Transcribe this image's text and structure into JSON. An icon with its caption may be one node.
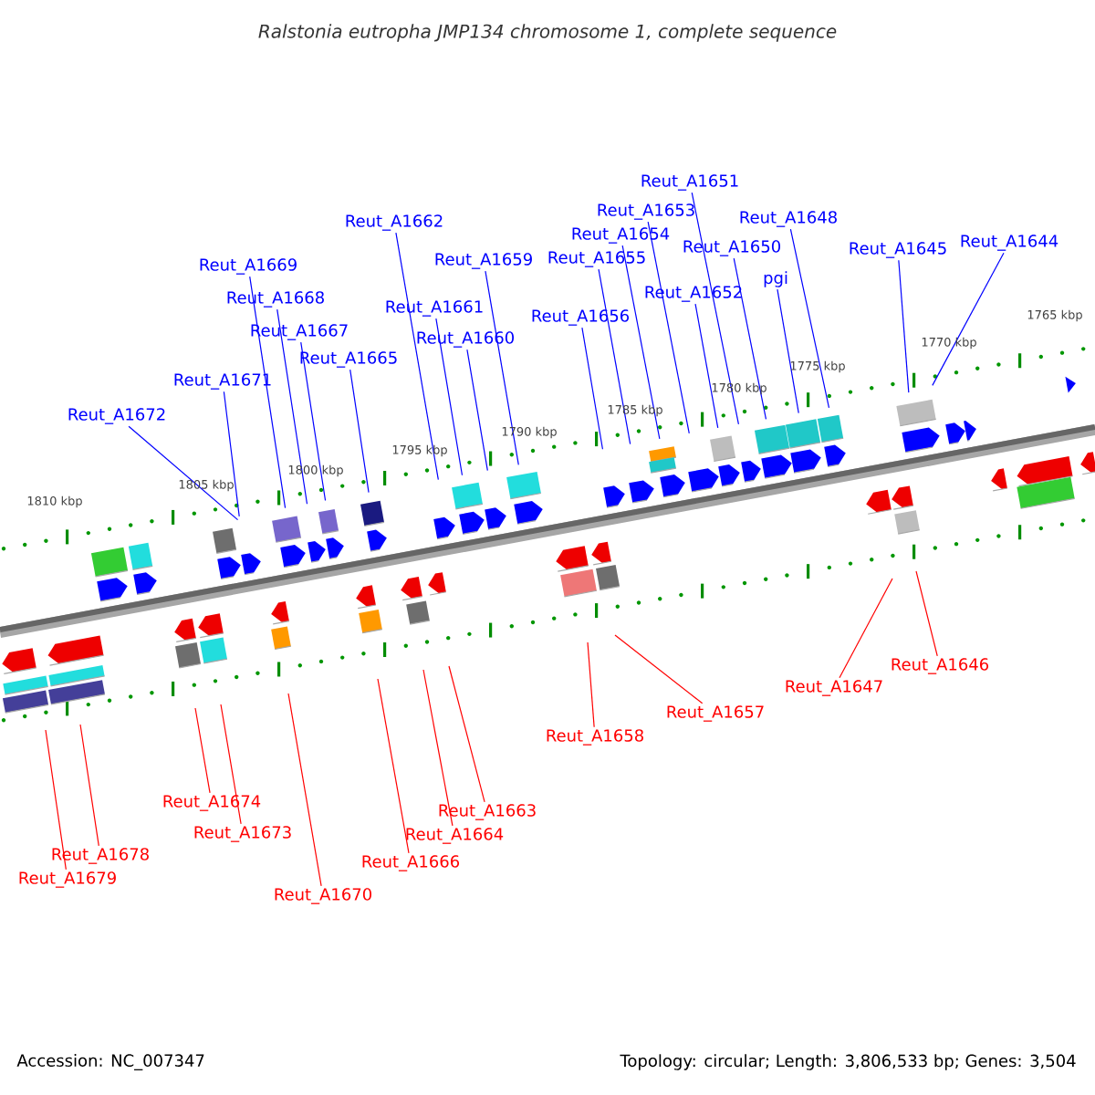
{
  "diagram": {
    "title": "Ralstonia eutropha JMP134 chromosome 1, complete sequence",
    "nodes": [
      {
        "text": [
          "Reut_A1672"
        ]
      },
      {
        "text": [
          "Reut_A1671"
        ]
      },
      {
        "text": [
          "Reut_A1669"
        ]
      },
      {
        "text": [
          "Reut_A1668"
        ]
      },
      {
        "text": [
          "Reut_A1667"
        ]
      },
      {
        "text": [
          "Reut_A1665"
        ]
      },
      {
        "text": [
          "Reut_A1662"
        ]
      },
      {
        "text": [
          "Reut_A1661"
        ]
      },
      {
        "text": [
          "Reut_A1660"
        ]
      },
      {
        "text": [
          "Reut_A1659"
        ]
      },
      {
        "text": [
          "Reut_A1656"
        ]
      },
      {
        "text": [
          "Reut_A1655"
        ]
      },
      {
        "text": [
          "Reut_A1654"
        ]
      },
      {
        "text": [
          "Reut_A1653"
        ]
      },
      {
        "text": [
          "Reut_A1651"
        ]
      },
      {
        "text": [
          "Reut_A1652"
        ]
      },
      {
        "text": [
          "Reut_A1650"
        ]
      },
      {
        "text": [
          "pgi"
        ]
      },
      {
        "text": [
          "Reut_A1648"
        ]
      },
      {
        "text": [
          "Reut_A1645"
        ]
      },
      {
        "text": [
          "Reut_A1644"
        ]
      },
      {
        "text": [
          "Reut_A1679"
        ]
      },
      {
        "text": [
          "Reut_A1678"
        ]
      },
      {
        "text": [
          "Reut_A1674"
        ]
      },
      {
        "text": [
          "Reut_A1673"
        ]
      },
      {
        "text": [
          "Reut_A1670"
        ]
      },
      {
        "text": [
          "Reut_A1666"
        ]
      },
      {
        "text": [
          "Reut_A1664"
        ]
      },
      {
        "text": [
          "Reut_A1663"
        ]
      },
      {
        "text": [
          "Reut_A1658"
        ]
      },
      {
        "text": [
          "Reut_A1657"
        ]
      },
      {
        "text": [
          "Reut_A1647"
        ]
      },
      {
        "text": [
          "Reut_A1646"
        ]
      }
    ],
    "edges": [
      {
        "from": 0,
        "to": null,
        "arrow": "none"
      },
      {
        "from": 1,
        "to": null,
        "arrow": "none"
      },
      {
        "from": 2,
        "to": null,
        "arrow": "none"
      },
      {
        "from": 3,
        "to": null,
        "arrow": "none"
      },
      {
        "from": 4,
        "to": null,
        "arrow": "none"
      },
      {
        "from": 5,
        "to": null,
        "arrow": "none"
      },
      {
        "from": 6,
        "to": null,
        "arrow": "none"
      },
      {
        "from": 7,
        "to": null,
        "arrow": "none"
      },
      {
        "from": 8,
        "to": null,
        "arrow": "none"
      },
      {
        "from": 9,
        "to": null,
        "arrow": "none"
      },
      {
        "from": 10,
        "to": null,
        "arrow": "none"
      },
      {
        "from": 11,
        "to": null,
        "arrow": "none"
      },
      {
        "from": 12,
        "to": null,
        "arrow": "none"
      },
      {
        "from": 13,
        "to": null,
        "arrow": "none"
      },
      {
        "from": 14,
        "to": null,
        "arrow": "none"
      },
      {
        "from": 15,
        "to": null,
        "arrow": "none"
      },
      {
        "from": 16,
        "to": null,
        "arrow": "none"
      },
      {
        "from": 17,
        "to": null,
        "arrow": "none"
      },
      {
        "from": 18,
        "to": null,
        "arrow": "none"
      },
      {
        "from": 19,
        "to": null,
        "arrow": "none"
      },
      {
        "from": 20,
        "to": null,
        "arrow": "none"
      },
      {
        "from": 21,
        "to": null,
        "arrow": "none",
        "color": "#ff0000"
      },
      {
        "from": 22,
        "to": null,
        "arrow": "none",
        "color": "#ff0000"
      },
      {
        "from": 23,
        "to": null,
        "arrow": "none",
        "color": "#ff0000"
      },
      {
        "from": 24,
        "to": null,
        "arrow": "none",
        "color": "#ff0000"
      },
      {
        "from": 25,
        "to": null,
        "arrow": "none",
        "color": "#ff0000"
      },
      {
        "from": 26,
        "to": null,
        "arrow": "none",
        "color": "#ff0000"
      },
      {
        "from": 27,
        "to": null,
        "arrow": "none",
        "color": "#ff0000"
      },
      {
        "from": 28,
        "to": null,
        "arrow": "none",
        "color": "#ff0000"
      },
      {
        "from": 29,
        "to": null,
        "arrow": "none",
        "color": "#ff0000"
      },
      {
        "from": 30,
        "to": null,
        "arrow": "none",
        "color": "#ff0000"
      },
      {
        "from": 31,
        "to": null,
        "arrow": "none",
        "color": "#ff0000"
      },
      {
        "from": 32,
        "to": null,
        "arrow": "none",
        "color": "#ff0000"
      }
    ],
    "labels": [
      "1765 kbp",
      "1770 kbp",
      "1775 kbp",
      "1780 kbp",
      "1785 kbp",
      "1790 kbp",
      "1795 kbp",
      "1800 kbp",
      "1805 kbp",
      "1810 kbp",
      "Accession: NC_007347",
      "Topology: circular; Length: 3,806,533 bp; Genes: 3,504"
    ]
  }
}
